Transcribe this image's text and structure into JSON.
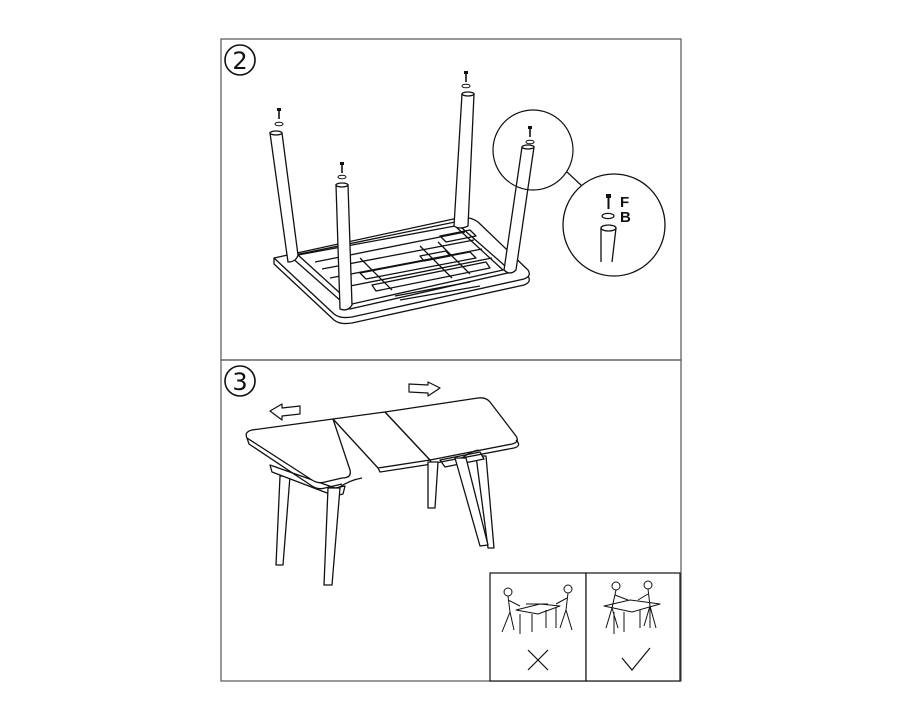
{
  "steps": [
    {
      "number": "2",
      "callout": {
        "label_top": "F",
        "label_bottom": "B"
      }
    },
    {
      "number": "3",
      "tips": [
        {
          "mark": "wrong"
        },
        {
          "mark": "right"
        }
      ]
    }
  ],
  "colors": {
    "line": "#111111",
    "frame": "#555555",
    "background": "#ffffff"
  },
  "icons": [
    "screw-icon",
    "washer-icon",
    "arrow-left-icon",
    "arrow-right-icon",
    "cross-mark-icon",
    "check-mark-icon"
  ]
}
